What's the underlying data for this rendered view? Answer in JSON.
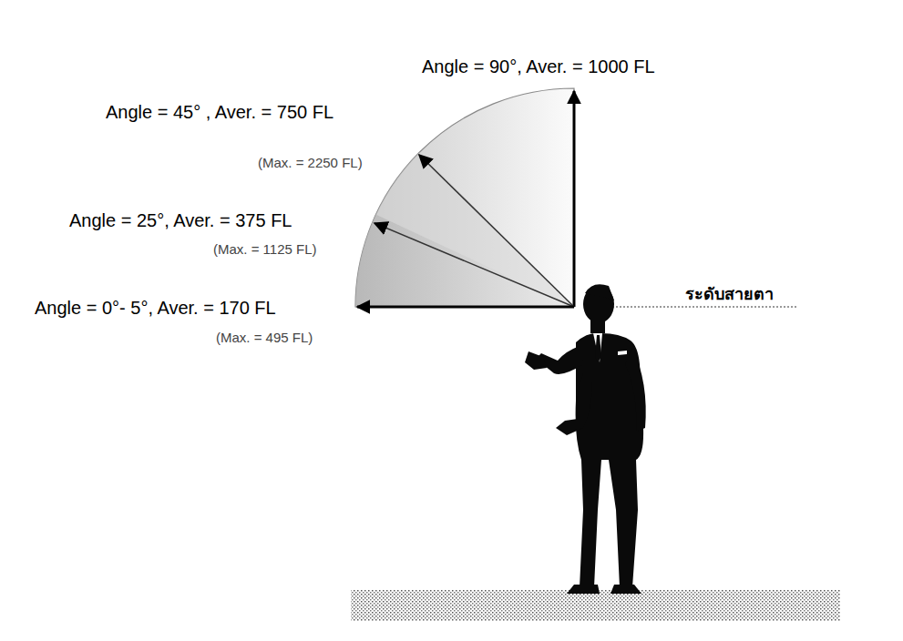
{
  "diagram": {
    "labels": [
      "Angle = 90°, Aver. = 1000 FL",
      "Angle = 45° , Aver. = 750 FL",
      "(Max. = 2250 FL)",
      "Angle = 25°, Aver. = 375 FL",
      "(Max. = 1125 FL)",
      "Angle = 0°- 5°, Aver. = 170 FL",
      "(Max. = 495 FL)",
      "ระดับสายตา"
    ]
  }
}
